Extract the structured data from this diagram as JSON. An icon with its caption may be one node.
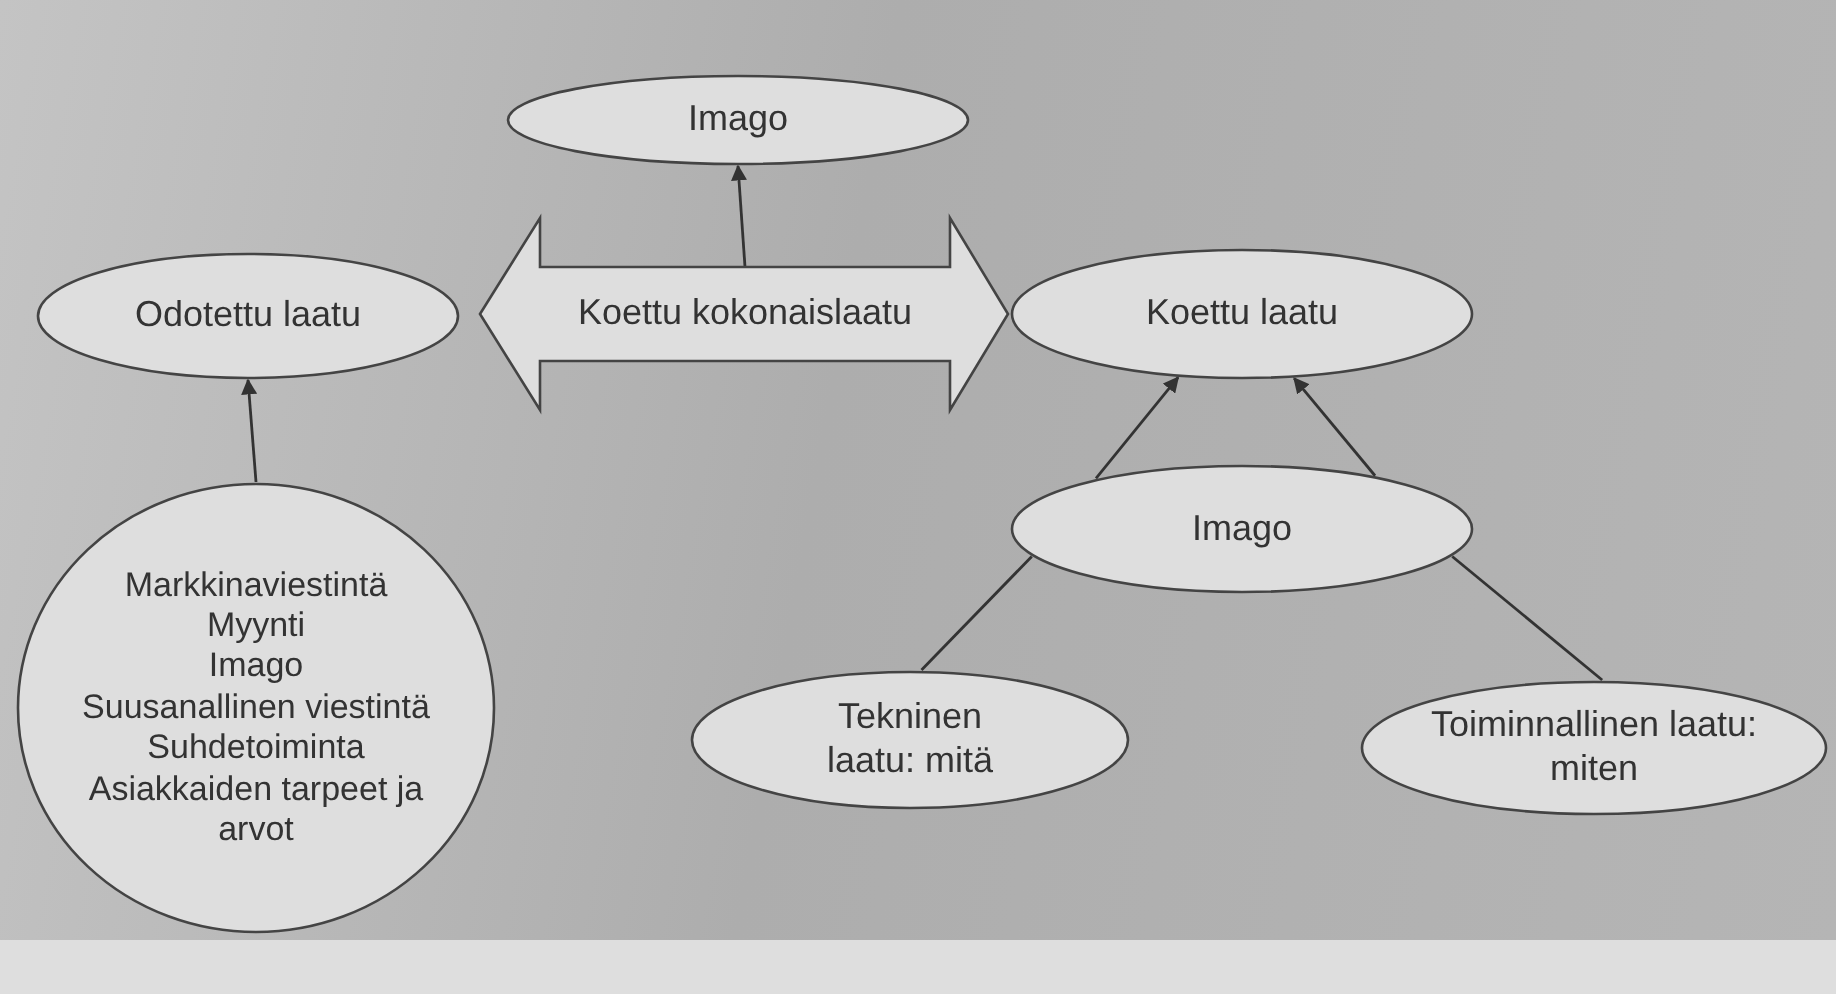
{
  "diagram": {
    "nodes": [
      {
        "text": [
          "Imago"
        ]
      },
      {
        "text": [
          "Odotettu laatu"
        ]
      },
      {
        "text": [
          "Koettu kokonaislaatu"
        ]
      },
      {
        "text": [
          "Koettu laatu"
        ]
      },
      {
        "text": [
          "Imago"
        ]
      },
      {
        "text": [
          "Markkinaviestintä",
          "Myynti",
          "Imago",
          "Suusanallinen viestintä",
          "Suhdetoiminta",
          "Asiakkaiden tarpeet ja arvot"
        ]
      },
      {
        "text": [
          "Tekninen laatu: mitä"
        ]
      },
      {
        "text": [
          "Toiminnallinen laatu: miten"
        ]
      }
    ],
    "edges": [
      {
        "from": 2,
        "to": 0,
        "arrow": "to"
      },
      {
        "from": 5,
        "to": 1,
        "arrow": "to"
      },
      {
        "from": 6,
        "to": 4,
        "arrow": "none"
      },
      {
        "from": 7,
        "to": 4,
        "arrow": "none"
      },
      {
        "from": 4,
        "to": 3,
        "arrow": "to"
      },
      {
        "from": 4,
        "to": 3,
        "arrow": "to"
      }
    ]
  }
}
